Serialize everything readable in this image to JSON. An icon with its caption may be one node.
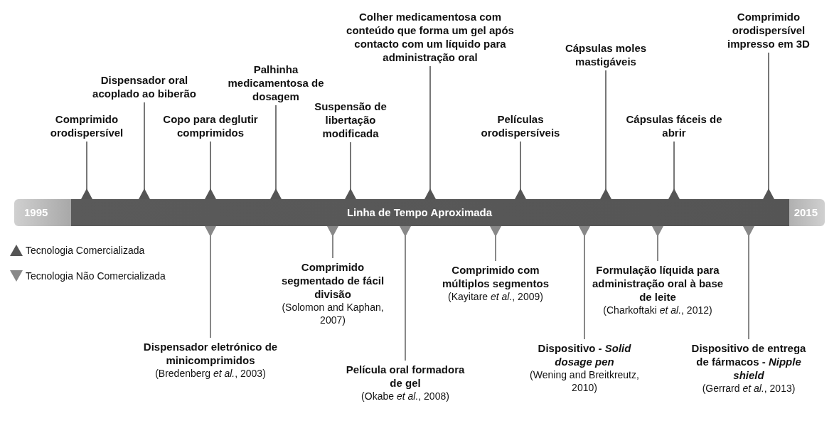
{
  "diagram": {
    "nodes": [
      {
        "text": [
          "1995",
          "Linha de Tempo Aproximada",
          "2015"
        ]
      },
      {
        "text": [
          "Comprimido orodispersível"
        ]
      },
      {
        "text": [
          "Dispensador oral acoplado ao biberão"
        ]
      },
      {
        "text": [
          "Copo para deglutir comprimidos"
        ]
      },
      {
        "text": [
          "Palhinha medicamentosa de dosagem"
        ]
      },
      {
        "text": [
          "Suspensão de libertação modificada"
        ]
      },
      {
        "text": [
          "Colher medicamentosa com conteúdo que forma um gel após contacto com um líquido para administração oral"
        ]
      },
      {
        "text": [
          "Películas orodispersíveis"
        ]
      },
      {
        "text": [
          "Cápsulas moles mastigáveis"
        ]
      },
      {
        "text": [
          "Cápsulas fáceis de abrir"
        ]
      },
      {
        "text": [
          "Comprimido orodispersível impresso em 3D"
        ]
      },
      {
        "text": [
          "Dispensador eletrónico de minicomprimidos",
          "(Bredenberg *et al.*, 2003)"
        ]
      },
      {
        "text": [
          "Comprimido segmentado de fácil divisão",
          "(Solomon and Kaphan, 2007)"
        ]
      },
      {
        "text": [
          "Película oral formadora de gel",
          "(Okabe *et al.*, 2008)"
        ]
      },
      {
        "text": [
          "Comprimido com múltiplos segmentos",
          "(Kayitare *et al.*, 2009)"
        ]
      },
      {
        "text": [
          "Dispositivo - *Solid dosage pen*",
          "(Wening and Breitkreutz, 2010)"
        ]
      },
      {
        "text": [
          "Formulação líquida para administração oral à base de leite",
          "(Charkoftaki *et al.*, 2012)"
        ]
      },
      {
        "text": [
          "Dispositivo de entrega de fármacos - *Nipple shield*",
          "(Gerrard *et al.*, 2013)"
        ]
      }
    ],
    "edges": [
      {
        "from": 1,
        "to": 0,
        "arrow": "other"
      },
      {
        "from": 2,
        "to": 0,
        "arrow": "other"
      },
      {
        "from": 3,
        "to": 0,
        "arrow": "other"
      },
      {
        "from": 4,
        "to": 0,
        "arrow": "other"
      },
      {
        "from": 5,
        "to": 0,
        "arrow": "other"
      },
      {
        "from": 6,
        "to": 0,
        "arrow": "other"
      },
      {
        "from": 7,
        "to": 0,
        "arrow": "other"
      },
      {
        "from": 8,
        "to": 0,
        "arrow": "other"
      },
      {
        "from": 9,
        "to": 0,
        "arrow": "other"
      },
      {
        "from": 10,
        "to": 0,
        "arrow": "other"
      },
      {
        "from": 11,
        "to": 0,
        "arrow": "other"
      },
      {
        "from": 12,
        "to": 0,
        "arrow": "other"
      },
      {
        "from": 13,
        "to": 0,
        "arrow": "other"
      },
      {
        "from": 14,
        "to": 0,
        "arrow": "other"
      },
      {
        "from": 15,
        "to": 0,
        "arrow": "other"
      },
      {
        "from": 16,
        "to": 0,
        "arrow": "other"
      },
      {
        "from": 17,
        "to": 0,
        "arrow": "other"
      }
    ],
    "legend": [
      {
        "text": "Tecnologia Comercializada"
      },
      {
        "text": "Tecnologia Não Comercializada"
      }
    ]
  }
}
